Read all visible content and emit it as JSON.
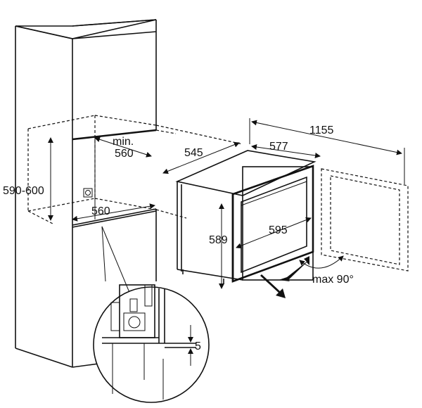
{
  "dimensions": {
    "niche_height": "590-600",
    "niche_width": "560",
    "min_depth_prefix": "min.",
    "min_depth": "560",
    "appliance_depth": "545",
    "door_depth": "577",
    "total_depth_open": "1155",
    "appliance_height": "589",
    "appliance_width": "595",
    "door_angle": "max 90°",
    "gap": "5"
  },
  "colors": {
    "line": "#111111",
    "background": "#ffffff"
  }
}
